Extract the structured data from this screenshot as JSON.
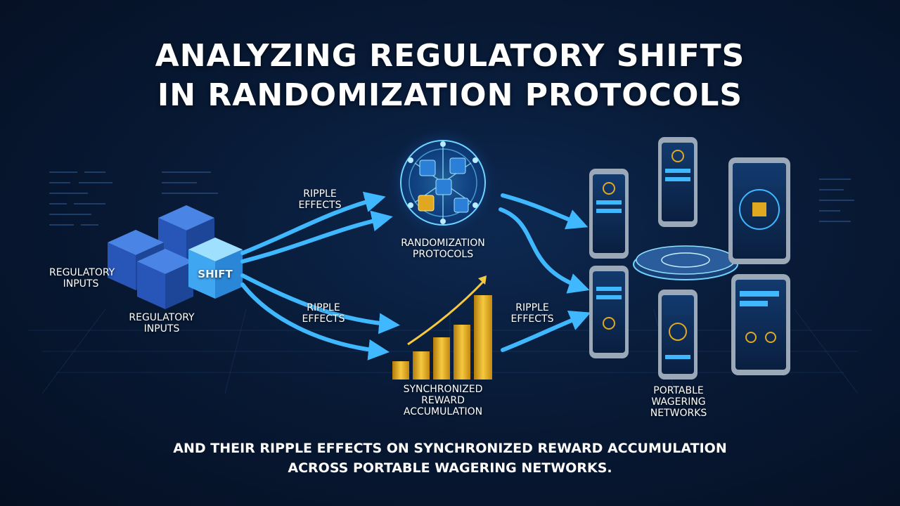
{
  "title": {
    "line1": "ANALYZING REGULATORY SHIFTS",
    "line2": "IN RANDOMIZATION PROTOCOLS"
  },
  "subtitle": {
    "line1": "AND THEIR RIPPLE EFFECTS ON SYNCHRONIZED REWARD ACCUMULATION",
    "line2": "ACROSS PORTABLE WAGERING NETWORKS."
  },
  "labels": {
    "regulatory_inputs_a": [
      "REGULATORY",
      "INPUTS"
    ],
    "regulatory_inputs_b": [
      "REGULATORY",
      "INPUTS"
    ],
    "shift": "SHIFT",
    "ripple_top": [
      "RIPPLE",
      "EFFECTS"
    ],
    "ripple_bottom": [
      "RIPPLE",
      "EFFECTS"
    ],
    "ripple_right": [
      "RIPPLE",
      "EFFECTS"
    ],
    "randomization": [
      "RANDOMIZATION",
      "PROTOCOLS"
    ],
    "reward": [
      "SYNCHRONIZED",
      "REWARD",
      "ACCUMULATION"
    ],
    "networks": [
      "PORTABLE",
      "WAGERING",
      "NETWORKS"
    ]
  },
  "colors": {
    "arrow": "#3fb8ff",
    "cube": "#2f6ed8",
    "cube_highlight": "#6cc8ff",
    "gold": "#e8b020"
  }
}
